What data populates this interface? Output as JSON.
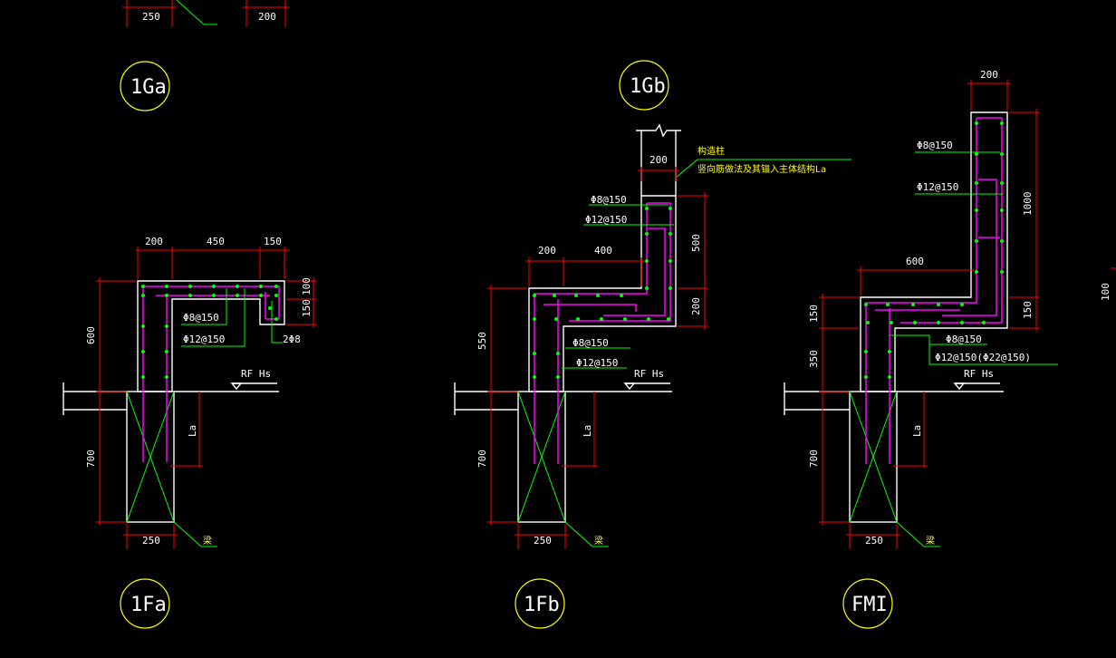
{
  "details": [
    {
      "label": "1Ga"
    },
    {
      "label": "1Gb"
    },
    {
      "label": "1Fa"
    },
    {
      "label": "1Fb"
    },
    {
      "label": "FMI"
    }
  ],
  "top_dims": {
    "d1": "250",
    "d2": "200"
  },
  "section_1fa": {
    "dim_top": [
      "200",
      "450",
      "150"
    ],
    "dim_right": [
      "100",
      "150"
    ],
    "dim_left": [
      "600",
      "700"
    ],
    "dim_bottom": "250",
    "rebar": [
      "Φ8@150",
      "Φ12@150",
      "2Φ8"
    ],
    "level": "RF Hs",
    "anchor": "La",
    "beam_note": "梁"
  },
  "section_1fb": {
    "dim_top": [
      "200",
      "400",
      "200"
    ],
    "dim_right": [
      "500",
      "200"
    ],
    "dim_left": [
      "550",
      "700"
    ],
    "dim_bottom": "250",
    "rebar_upper": [
      "Φ8@150",
      "Φ12@150"
    ],
    "rebar_lower": [
      "Φ8@150",
      "Φ12@150"
    ],
    "note_1": "构造柱",
    "note_2": "竖向筋做法及其锚入主体结构La",
    "level": "RF Hs",
    "anchor": "La",
    "beam_note": "梁"
  },
  "section_fmi": {
    "dim_top": [
      "200",
      "600"
    ],
    "dim_right": [
      "1000",
      "150"
    ],
    "dim_left": [
      "150",
      "350",
      "700"
    ],
    "dim_bottom": "250",
    "rebar_upper": [
      "Φ8@150",
      "Φ12@150"
    ],
    "rebar_lower": [
      "Φ8@150",
      "Φ12@150(Φ22@150)"
    ],
    "level": "RF Hs",
    "anchor": "La",
    "beam_note": "梁",
    "edge_dim": "100"
  }
}
